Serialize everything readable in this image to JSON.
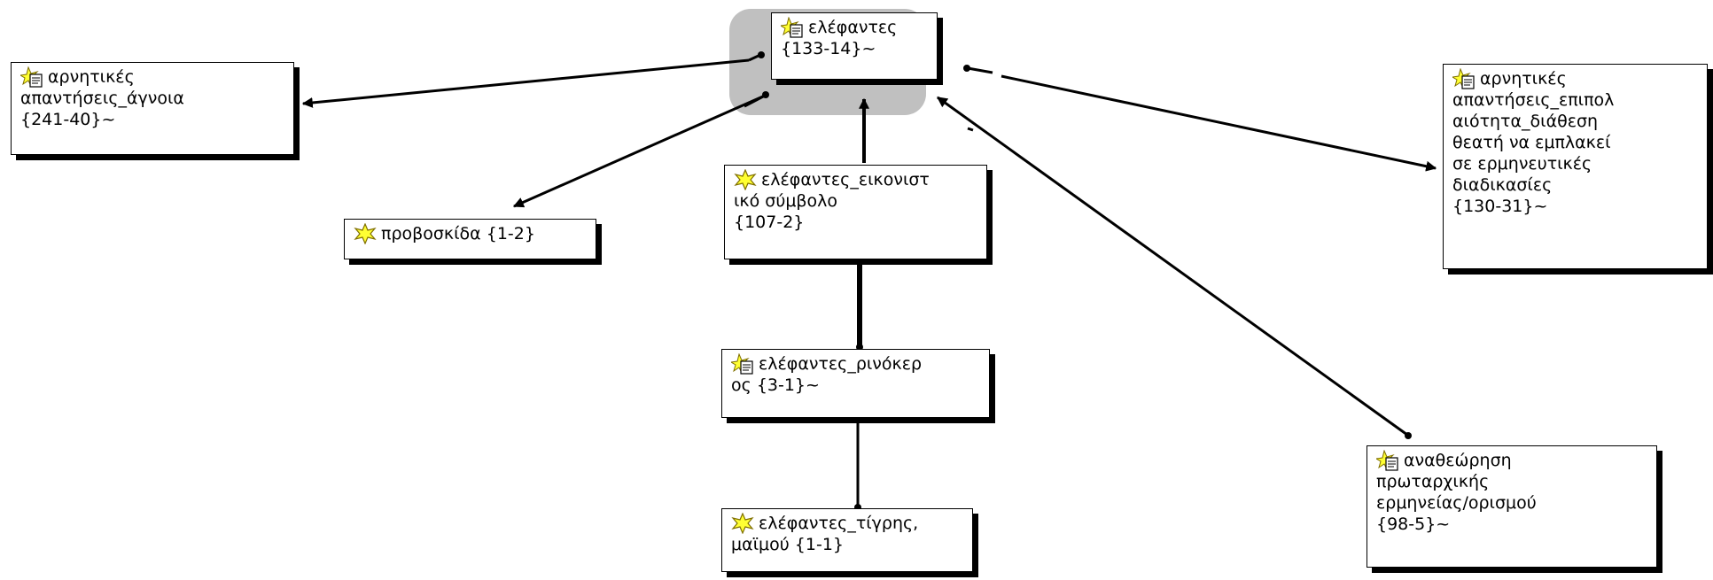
{
  "nodes": {
    "center": {
      "label": "ελέφαντες\n{133-14}~",
      "icon": "memo-quotation-icon"
    },
    "negative_ignorance": {
      "label": "αρνητικές\nαπαντήσεις_άγνοια\n{241-40}~",
      "icon": "memo-quotation-icon"
    },
    "negative_multiplicity": {
      "label": "αρνητικές\nαπαντήσεις_επιπολ\nαιότητα_διάθεση\nθεατή να εμπλακεί\nσε ερμηνευτικές\nδιαδικασίες\n{130-31}~",
      "icon": "memo-quotation-icon"
    },
    "trunk": {
      "label": "προβοσκίδα {1-2}",
      "icon": "code-star-icon"
    },
    "iconic_symbol": {
      "label": "ελέφαντες_εικονιστ\nικό σύμβολο\n{107-2}",
      "icon": "code-star-icon"
    },
    "rhino": {
      "label": "ελέφαντες_ρινόκερ\nος {3-1}~",
      "icon": "memo-quotation-icon"
    },
    "tiger_monkey": {
      "label": "ελέφαντες_τίγρης,\nμαϊμού {1-1}",
      "icon": "code-star-icon"
    },
    "revision": {
      "label": "αναθεώρηση\nπρωταρχικής\nερμηνείας/ορισμού\n{98-5}~",
      "icon": "memo-quotation-icon"
    }
  },
  "colors": {
    "highlight": "#c0c0c0",
    "star": "#ffff33",
    "link": "#000000"
  }
}
